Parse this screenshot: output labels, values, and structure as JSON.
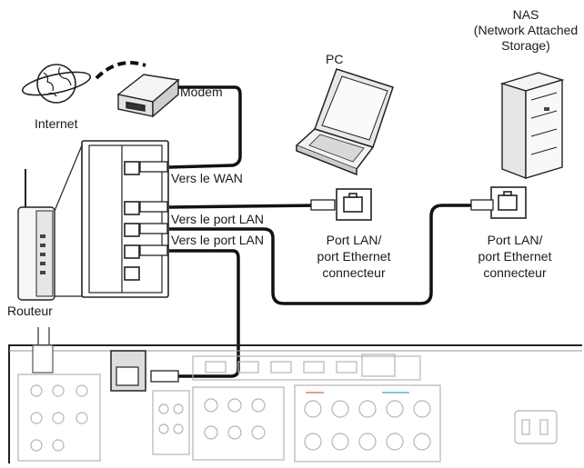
{
  "labels": {
    "internet": "Internet",
    "modem": "Modem",
    "router": "Routeur",
    "pc": "PC",
    "nas_line1": "NAS",
    "nas_line2": "(Network Attached",
    "nas_line3": "Storage)",
    "wan": "Vers le WAN",
    "lan1": "Vers le port LAN",
    "lan2": "Vers le port LAN",
    "pc_port_line1": "Port LAN/",
    "pc_port_line2": "port Ethernet",
    "pc_port_line3": "connecteur",
    "nas_port_line1": "Port LAN/",
    "nas_port_line2": "port Ethernet",
    "nas_port_line3": "connecteur"
  },
  "icons": {
    "internet": "globe-with-orbit-icon",
    "modem": "modem-icon",
    "router": "router-icon",
    "pc": "laptop-icon",
    "nas": "nas-tower-icon",
    "receiver": "av-receiver-rear-panel"
  }
}
